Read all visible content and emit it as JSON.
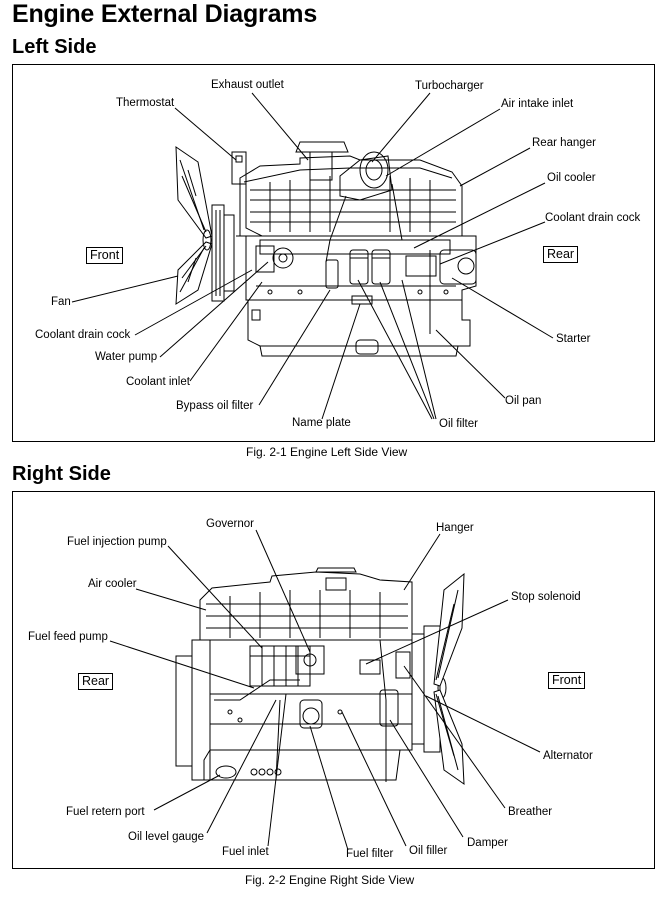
{
  "title": "Engine External Diagrams",
  "left": {
    "heading": "Left Side",
    "caption": "Fig. 2-1 Engine Left Side View",
    "front": "Front",
    "rear": "Rear",
    "labels": {
      "exhaust_outlet": "Exhaust outlet",
      "turbocharger": "Turbocharger",
      "thermostat": "Thermostat",
      "air_intake_inlet": "Air intake inlet",
      "rear_hanger": "Rear hanger",
      "oil_cooler": "Oil cooler",
      "coolant_drain_cock_top": "Coolant drain cock",
      "fan": "Fan",
      "coolant_drain_cock": "Coolant drain cock",
      "water_pump": "Water pump",
      "coolant_inlet": "Coolant inlet",
      "bypass_oil_filter": "Bypass oil filter",
      "name_plate": "Name plate",
      "oil_filter": "Oil filter",
      "oil_pan": "Oil pan",
      "starter": "Starter"
    }
  },
  "right": {
    "heading": "Right Side",
    "caption": "Fig. 2-2 Engine Right Side View",
    "front": "Front",
    "rear": "Rear",
    "labels": {
      "governor": "Governor",
      "hanger": "Hanger",
      "fuel_injection_pump": "Fuel injection pump",
      "air_cooler": "Air cooler",
      "stop_solenoid": "Stop solenoid",
      "fuel_feed_pump": "Fuel feed pump",
      "alternator": "Alternator",
      "breather": "Breather",
      "fuel_retern_port": "Fuel retern port",
      "oil_level_gauge": "Oil level gauge",
      "fuel_inlet": "Fuel inlet",
      "fuel_filter": "Fuel filter",
      "oil_filler": "Oil filler",
      "damper": "Damper"
    }
  }
}
